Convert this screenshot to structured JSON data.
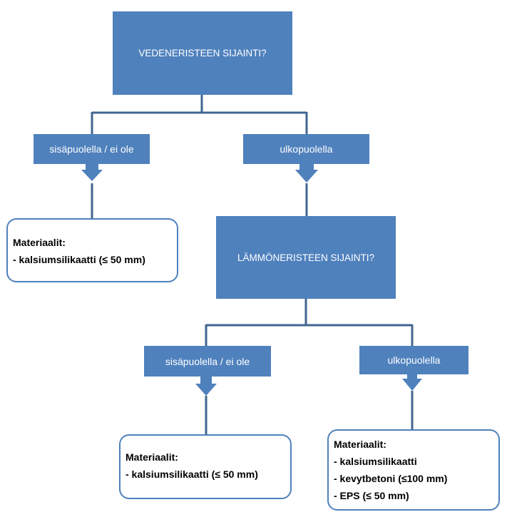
{
  "colors": {
    "fill": "#4f81bd",
    "connector": "#40668f",
    "text_on_fill": "#ffffff"
  },
  "q1": {
    "label": "VEDENERISTEEN SIJAINTI?"
  },
  "q1_options": {
    "left": "sisäpuolella / ei ole",
    "right": "ulkopuolella"
  },
  "result_a": {
    "title": "Materiaalit:",
    "items": [
      "- kalsiumsilikaatti (≤ 50 mm)"
    ]
  },
  "q2": {
    "label": "LÄMMÖNERISTEEN SIJAINTI?"
  },
  "q2_options": {
    "left": "sisäpuolella / ei ole",
    "right": "ulkopuolella"
  },
  "result_b": {
    "title": "Materiaalit:",
    "items": [
      "- kalsiumsilikaatti (≤ 50 mm)"
    ]
  },
  "result_c": {
    "title": "Materiaalit:",
    "items": [
      "- kalsiumsilikaatti",
      "- kevytbetoni (≤100 mm)",
      "- EPS (≤ 50 mm)"
    ]
  }
}
